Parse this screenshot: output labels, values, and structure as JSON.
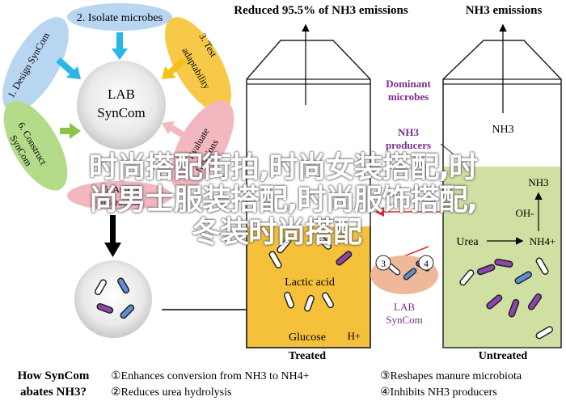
{
  "left_panel": {
    "center_title_line1": "LAB",
    "center_title_line2": "SynCom",
    "step1": "1. Design SynCom",
    "step2": "2. Isolate microbes",
    "step3_line1": "3. Test",
    "step3_line2": "adaptability",
    "step4_line1": "4. Evaluate",
    "step4_line2": "functions",
    "step5_line1": "5. Assess",
    "step5_line2": "interaction",
    "step6_line1": "6. Construct",
    "step6_line2": "SynCom"
  },
  "treated_panel": {
    "title": "Reduced 95.5% of NH3 emissions",
    "label_lactic": "Lactic acid",
    "label_glucose": "Glucose",
    "label_h": "H+",
    "caption": "Treated"
  },
  "middle_labels": {
    "dominant_line1": "Dominant",
    "dominant_line2": "microbes",
    "producers_line1": "NH3",
    "producers_line2": "producers",
    "circle3": "3",
    "circle4": "4",
    "lab_line1": "LAB",
    "lab_line2": "SynCom"
  },
  "untreated_panel": {
    "title": "NH3 emissions",
    "nh3_top": "NH3",
    "nh3_mid": "NH3",
    "oh": "OH-",
    "urea": "Urea",
    "nh4": "NH4+",
    "caption": "Untreated"
  },
  "legend": {
    "heading_line1": "How SynCom",
    "heading_line2": "abates NH3?",
    "item1": "①Enhances conversion from NH3 to NH4+",
    "item2": "②Reduces urea hydrolysis",
    "item3": "③Reshapes manure microbiota",
    "item4": "④Inhibits NH3 producers"
  },
  "overlay": {
    "line1": "时尚搭配街拍,时尚女装搭配,时",
    "line2": "尚男士服装搭配,时尚服饰搭配,",
    "line3": "冬装时尚搭配"
  },
  "colors": {
    "treated_fill": "#f6c13a",
    "untreated_fill": "#cfe0a2",
    "arrow_cyan": "#29b6e8",
    "arrow_yellow": "#f2c21b",
    "arrow_green": "#8bc34a",
    "ellipse_blue": "#b8d6f2",
    "ellipse_yellow": "#f7c948",
    "ellipse_green": "#b4db8a",
    "ellipse_pink": "#f3b7bf",
    "lab_circle": "#f0b89a",
    "purple_text": "#7b2d8e",
    "red_arrow": "#e3262d"
  }
}
